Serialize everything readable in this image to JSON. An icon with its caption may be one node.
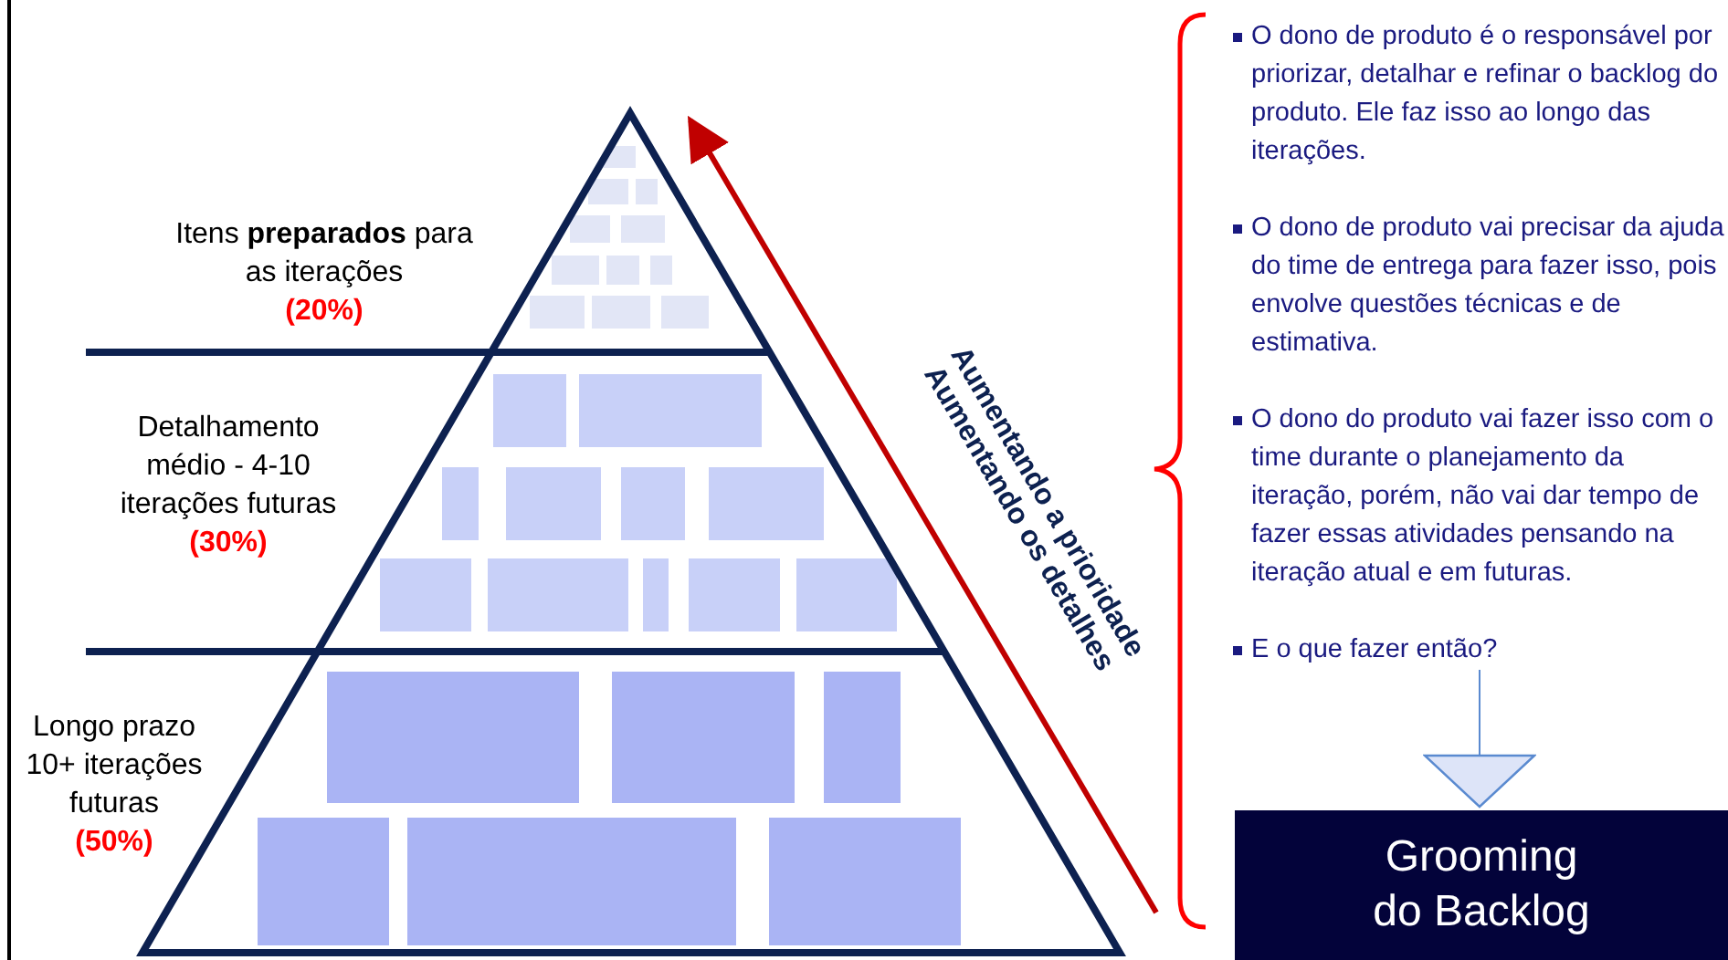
{
  "diagram": {
    "nodes": [
      {
        "text": [
          "Itens **preparados** para as iterações",
          "(20%)"
        ]
      },
      {
        "text": [
          "Detalhamento médio - 4-10 iterações futuras",
          "(30%)"
        ]
      },
      {
        "text": [
          "Longo prazo 10+ iterações futuras",
          "(50%)"
        ]
      },
      {
        "text": [
          "O dono de  produto é o responsável por priorizar, detalhar e refinar o backlog do produto. Ele faz isso ao longo das iterações.",
          "O dono de  produto vai precisar da ajuda do time de entrega para fazer isso, pois envolve questões técnicas e de estimativa.",
          "O dono do produto vai fazer isso com o time durante o planejamento da iteração, porém, não vai dar tempo de fazer essas atividades pensando na iteração atual e em futuras.",
          "E o que fazer então?"
        ]
      },
      {
        "text": [
          "Grooming do Backlog"
        ]
      }
    ],
    "edges": [
      {
        "from": 3,
        "to": 4,
        "arrow": "to"
      }
    ],
    "labels": [
      "Aumentando a prioridade",
      "Aumentando os detalhes"
    ]
  }
}
